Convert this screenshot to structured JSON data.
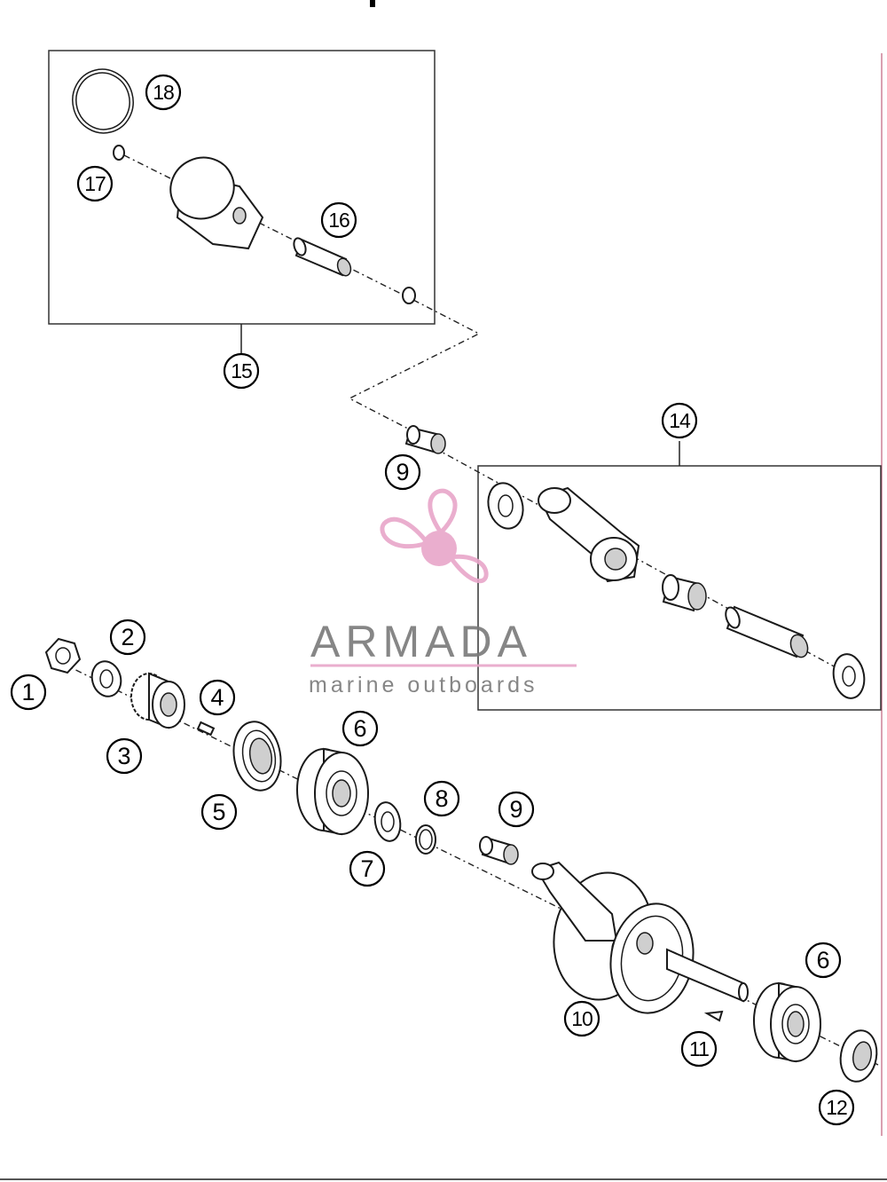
{
  "callouts": [
    "1",
    "2",
    "3",
    "4",
    "5",
    "6",
    "7",
    "8",
    "9",
    "10",
    "11",
    "12",
    "14",
    "15",
    "16",
    "17",
    "18"
  ],
  "watermark": {
    "brand": "ARMADA",
    "tagline": "marine outboards",
    "accent_color": "#e8a6c9",
    "text_color": "#7a7a7a"
  },
  "icons": [
    "propeller-logo-icon"
  ]
}
